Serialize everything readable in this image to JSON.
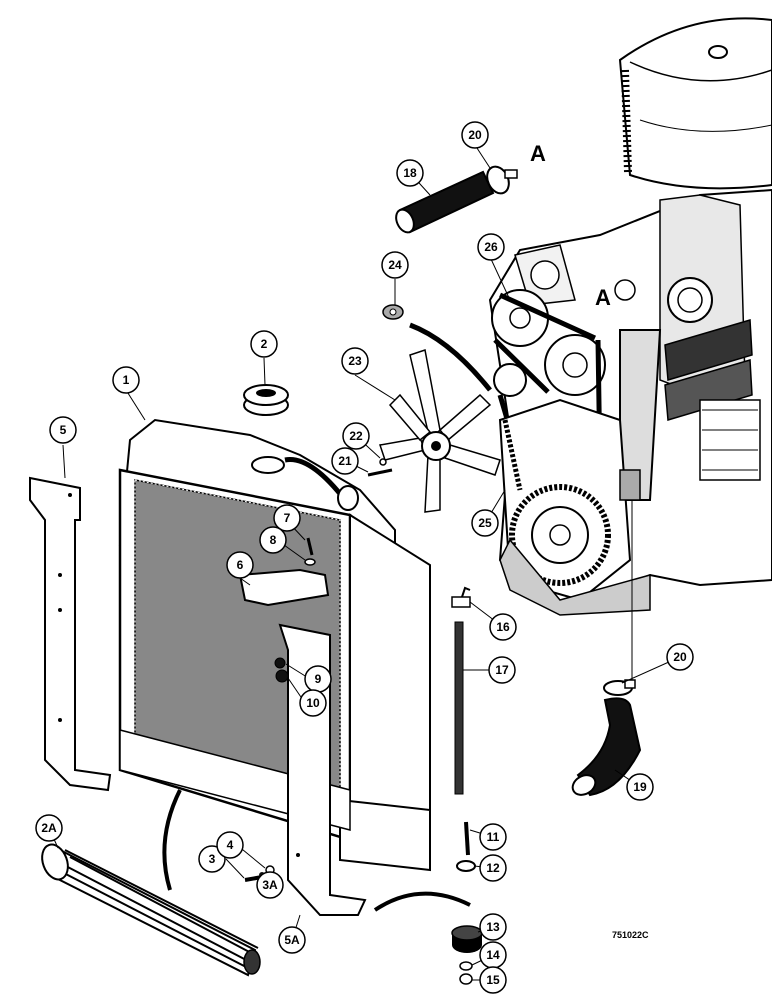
{
  "figure": {
    "code": "751022C",
    "section_markers": [
      "A",
      "A"
    ]
  },
  "callouts": [
    {
      "id": "c-1",
      "label": "1"
    },
    {
      "id": "c-2",
      "label": "2"
    },
    {
      "id": "c-2a",
      "label": "2A"
    },
    {
      "id": "c-3",
      "label": "3"
    },
    {
      "id": "c-3a",
      "label": "3A"
    },
    {
      "id": "c-4",
      "label": "4"
    },
    {
      "id": "c-5",
      "label": "5"
    },
    {
      "id": "c-5a",
      "label": "5A"
    },
    {
      "id": "c-6",
      "label": "6"
    },
    {
      "id": "c-7",
      "label": "7"
    },
    {
      "id": "c-8",
      "label": "8"
    },
    {
      "id": "c-9",
      "label": "9"
    },
    {
      "id": "c-10",
      "label": "10"
    },
    {
      "id": "c-11",
      "label": "11"
    },
    {
      "id": "c-12",
      "label": "12"
    },
    {
      "id": "c-13",
      "label": "13"
    },
    {
      "id": "c-14",
      "label": "14"
    },
    {
      "id": "c-15",
      "label": "15"
    },
    {
      "id": "c-16",
      "label": "16"
    },
    {
      "id": "c-17",
      "label": "17"
    },
    {
      "id": "c-18",
      "label": "18"
    },
    {
      "id": "c-19",
      "label": "19"
    },
    {
      "id": "c-20a",
      "label": "20"
    },
    {
      "id": "c-20b",
      "label": "20"
    },
    {
      "id": "c-21",
      "label": "21"
    },
    {
      "id": "c-22",
      "label": "22"
    },
    {
      "id": "c-23",
      "label": "23"
    },
    {
      "id": "c-24",
      "label": "24"
    },
    {
      "id": "c-25",
      "label": "25"
    },
    {
      "id": "c-26",
      "label": "26"
    }
  ]
}
